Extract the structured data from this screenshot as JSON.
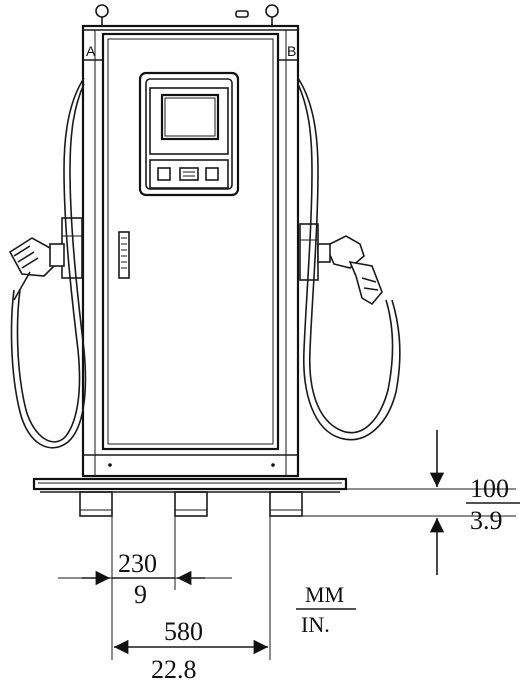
{
  "side_labels": {
    "left": "A",
    "right": "B"
  },
  "dimensions": {
    "base_height": {
      "mm": "100",
      "in": "3.9"
    },
    "foot_spacing": {
      "mm": "230",
      "in": "9"
    },
    "foot_width": {
      "mm": "580",
      "in": "22.8"
    }
  },
  "units": {
    "primary": "MM",
    "secondary": "IN."
  }
}
